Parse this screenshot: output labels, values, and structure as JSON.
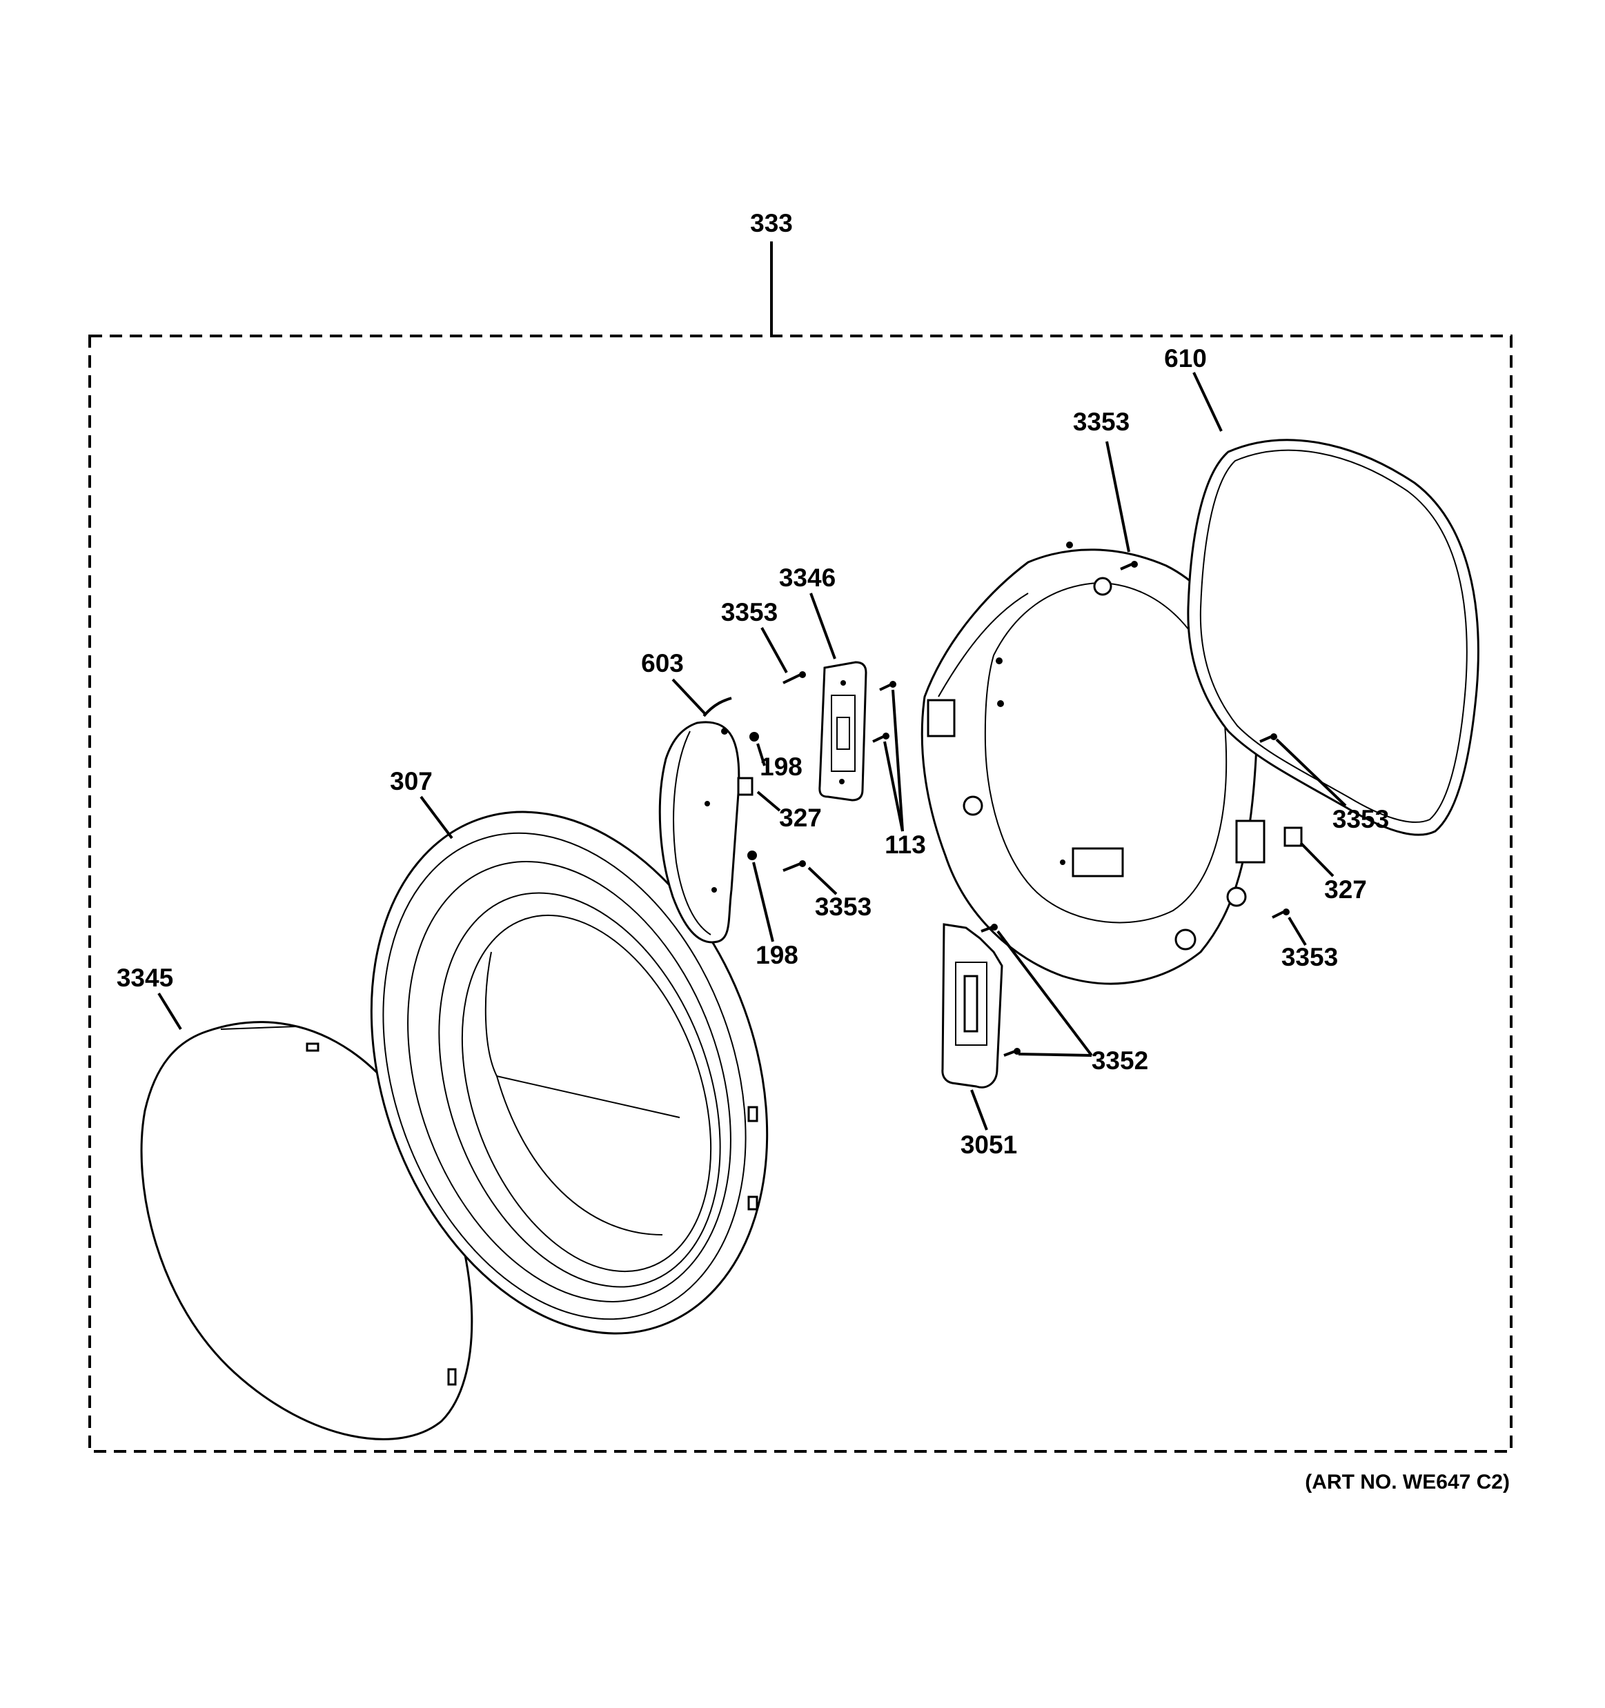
{
  "diagram": {
    "assembly_number": "333",
    "art_number": "(ART NO. WE647 C2)",
    "callouts": [
      {
        "id": "c610",
        "label": "610"
      },
      {
        "id": "c3353a",
        "label": "3353"
      },
      {
        "id": "c3346",
        "label": "3346"
      },
      {
        "id": "c3353b",
        "label": "3353"
      },
      {
        "id": "c603",
        "label": "603"
      },
      {
        "id": "c198a",
        "label": "198"
      },
      {
        "id": "c307",
        "label": "307"
      },
      {
        "id": "c327a",
        "label": "327"
      },
      {
        "id": "c113",
        "label": "113"
      },
      {
        "id": "c3353c",
        "label": "3353"
      },
      {
        "id": "c198b",
        "label": "198"
      },
      {
        "id": "c3353d",
        "label": "3353"
      },
      {
        "id": "c327b",
        "label": "327"
      },
      {
        "id": "c3353e",
        "label": "3353"
      },
      {
        "id": "c3345",
        "label": "3345"
      },
      {
        "id": "c3352",
        "label": "3352"
      },
      {
        "id": "c3051",
        "label": "3051"
      }
    ]
  }
}
